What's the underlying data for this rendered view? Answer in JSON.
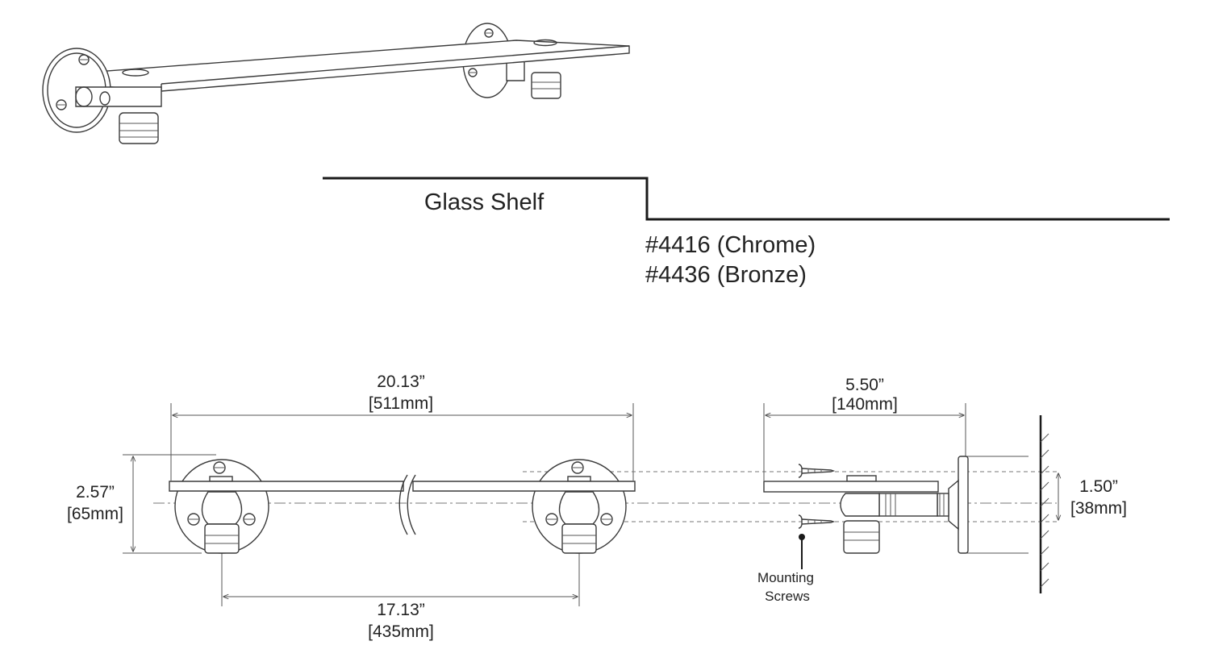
{
  "title": {
    "product_name": "Glass Shelf",
    "models": [
      "#4416 (Chrome)",
      "#4436 (Bronze)"
    ]
  },
  "dimensions": {
    "overall_width": {
      "inches": "20.13”",
      "mm": "[511mm]"
    },
    "mount_spacing": {
      "inches": "17.13”",
      "mm": "[435mm]"
    },
    "height": {
      "inches": "2.57”",
      "mm": "[65mm]"
    },
    "depth": {
      "inches": "5.50”",
      "mm": "[140mm]"
    },
    "screw_spacing": {
      "inches": "1.50”",
      "mm": "[38mm]"
    }
  },
  "callouts": {
    "mounting_screws": [
      "Mounting",
      "Screws"
    ]
  },
  "colors": {
    "line": "#3a3a3a",
    "text": "#222222"
  }
}
